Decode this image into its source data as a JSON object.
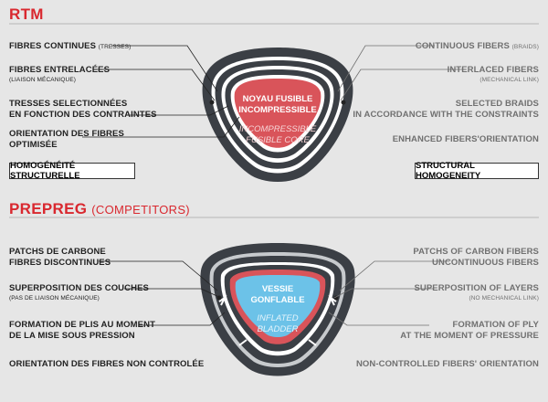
{
  "rtm": {
    "title": "RTM",
    "left_labels": [
      {
        "main": "FIBRES CONTINUES",
        "small": "(TRESSES)"
      },
      {
        "main": "FIBRES ENTRELACÉES",
        "small": "(LIAISON MÉCANIQUE)"
      },
      {
        "line1": "TRESSES SELECTIONNÉES",
        "line2": "EN FONCTION DES CONTRAINTES"
      },
      {
        "line1": "ORIENTATION DES FIBRES",
        "line2": "OPTIMISÉE"
      }
    ],
    "right_labels": [
      {
        "main": "CONTINUOUS FIBERS",
        "small": "(BRAIDS)"
      },
      {
        "main": "INTERLACED FIBERS",
        "small": "(MECHANICAL LINK)"
      },
      {
        "line1": "SELECTED BRAIDS",
        "line2": "IN ACCORDANCE WITH THE CONSTRAINTS"
      },
      {
        "line1": "ENHANCED FIBERS'ORIENTATION"
      }
    ],
    "box_left": "HOMOGÉNÉITÉ STRUCTURELLE",
    "box_right": "STRUCTURAL HOMOGENEITY",
    "core": {
      "line1": "NOYAU FUSIBLE",
      "line2": "INCOMPRESSIBLE",
      "it1": "INCOMPRESSIBLE",
      "it2": "FUSIBLE CORE"
    }
  },
  "prepreg": {
    "title": "PREPREG",
    "subtitle": "(COMPETITORS)",
    "left_labels": [
      {
        "line1": "PATCHS DE CARBONE",
        "line2": "FIBRES DISCONTINUES"
      },
      {
        "main": "SUPERPOSITION DES COUCHES",
        "small": "(PAS DE LIAISON MÉCANIQUE)"
      },
      {
        "line1": "FORMATION DE PLIS AU MOMENT",
        "line2": "DE LA MISE SOUS PRESSION"
      },
      {
        "line1": "ORIENTATION DES FIBRES NON CONTROLÉE"
      }
    ],
    "right_labels": [
      {
        "line1": "PATCHS OF CARBON FIBERS",
        "line2": "UNCONTINUOUS FIBERS"
      },
      {
        "main": "SUPERPOSITION OF LAYERS",
        "small": "(NO MECHANICAL LINK)"
      },
      {
        "line1": "FORMATION OF PLY",
        "line2": "AT THE MOMENT OF PRESSURE"
      },
      {
        "line1": "NON-CONTROLLED FIBERS' ORIENTATION"
      }
    ],
    "core": {
      "line1": "VESSIE",
      "line2": "GONFLABLE",
      "it1": "INFLATED",
      "it2": "BLADDER"
    }
  },
  "colors": {
    "accent": "#d9282f",
    "core_red": "#d9545a",
    "bladder_blue": "#6cc2e8",
    "shell": "#3b3f45",
    "background": "#e6e6e6"
  }
}
